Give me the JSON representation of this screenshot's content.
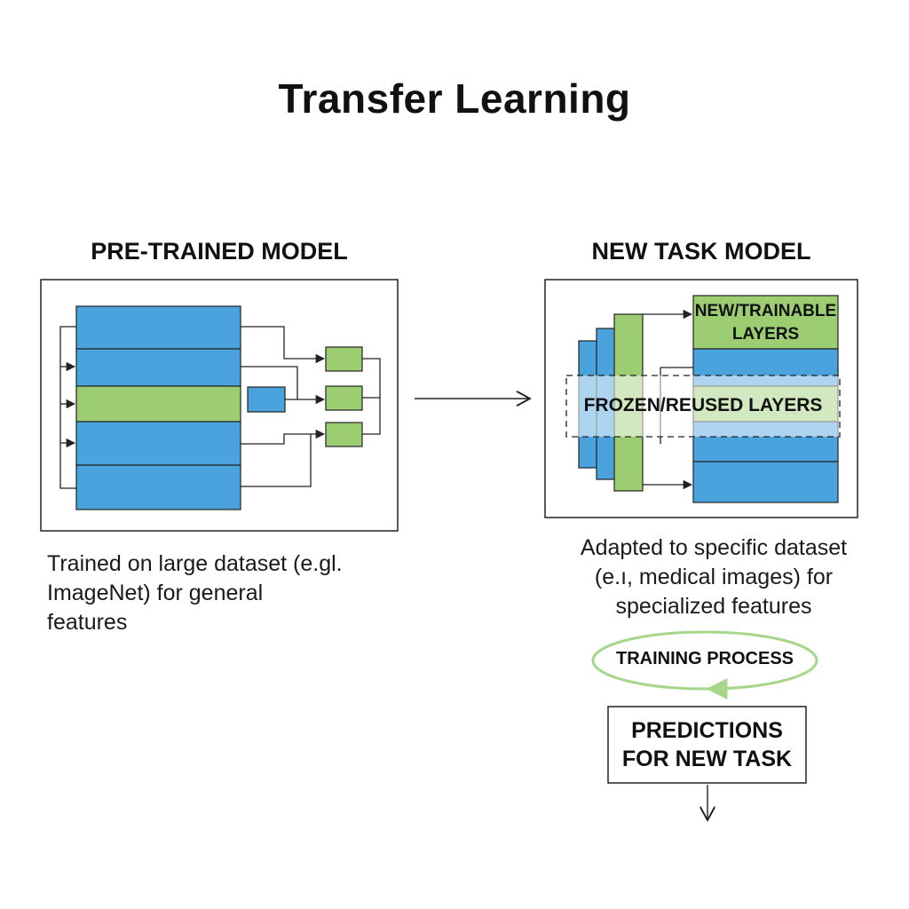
{
  "title": "Transfer Learning",
  "pretrained": {
    "heading": "PRE-TRAINED MODEL",
    "caption_lines": [
      "Trained on large dataset (e.gl.",
      "ImageNet) for general",
      "features"
    ]
  },
  "newtask": {
    "heading": "NEW TASK MODEL",
    "trainable_label_lines": [
      "NEW/TRAINABLE",
      "LAYERS"
    ],
    "frozen_label": "FROZEN/REUSED LAYERS",
    "caption_lines": [
      "Adapted to specific dataset",
      "(e.ı, medical images) for",
      "specialized features"
    ]
  },
  "training_process": "TRAINING PROCESS",
  "predictions_lines": [
    "PREDICTIONS",
    "FOR NEW TASK"
  ],
  "colors": {
    "blue": "#4aa3dc",
    "green": "#9ccd73",
    "green_stroke": "#8cc46a",
    "pill_stroke": "#a6d68a",
    "line": "#222222"
  }
}
